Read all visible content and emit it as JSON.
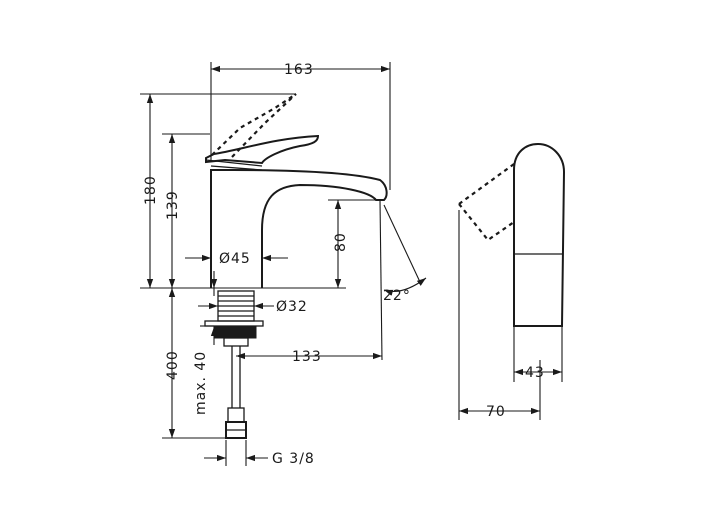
{
  "dimensions": {
    "total_depth": "163",
    "total_height": "180",
    "lever_height": "139",
    "spout_height": "80",
    "base_diameter": "Ø45",
    "shank_diameter": "Ø32",
    "spout_reach": "133",
    "hose_length": "400",
    "max_deck": "max. 40",
    "thread": "G 3/8",
    "lever_angle": "22°",
    "side_width": "43",
    "side_depth": "70"
  }
}
